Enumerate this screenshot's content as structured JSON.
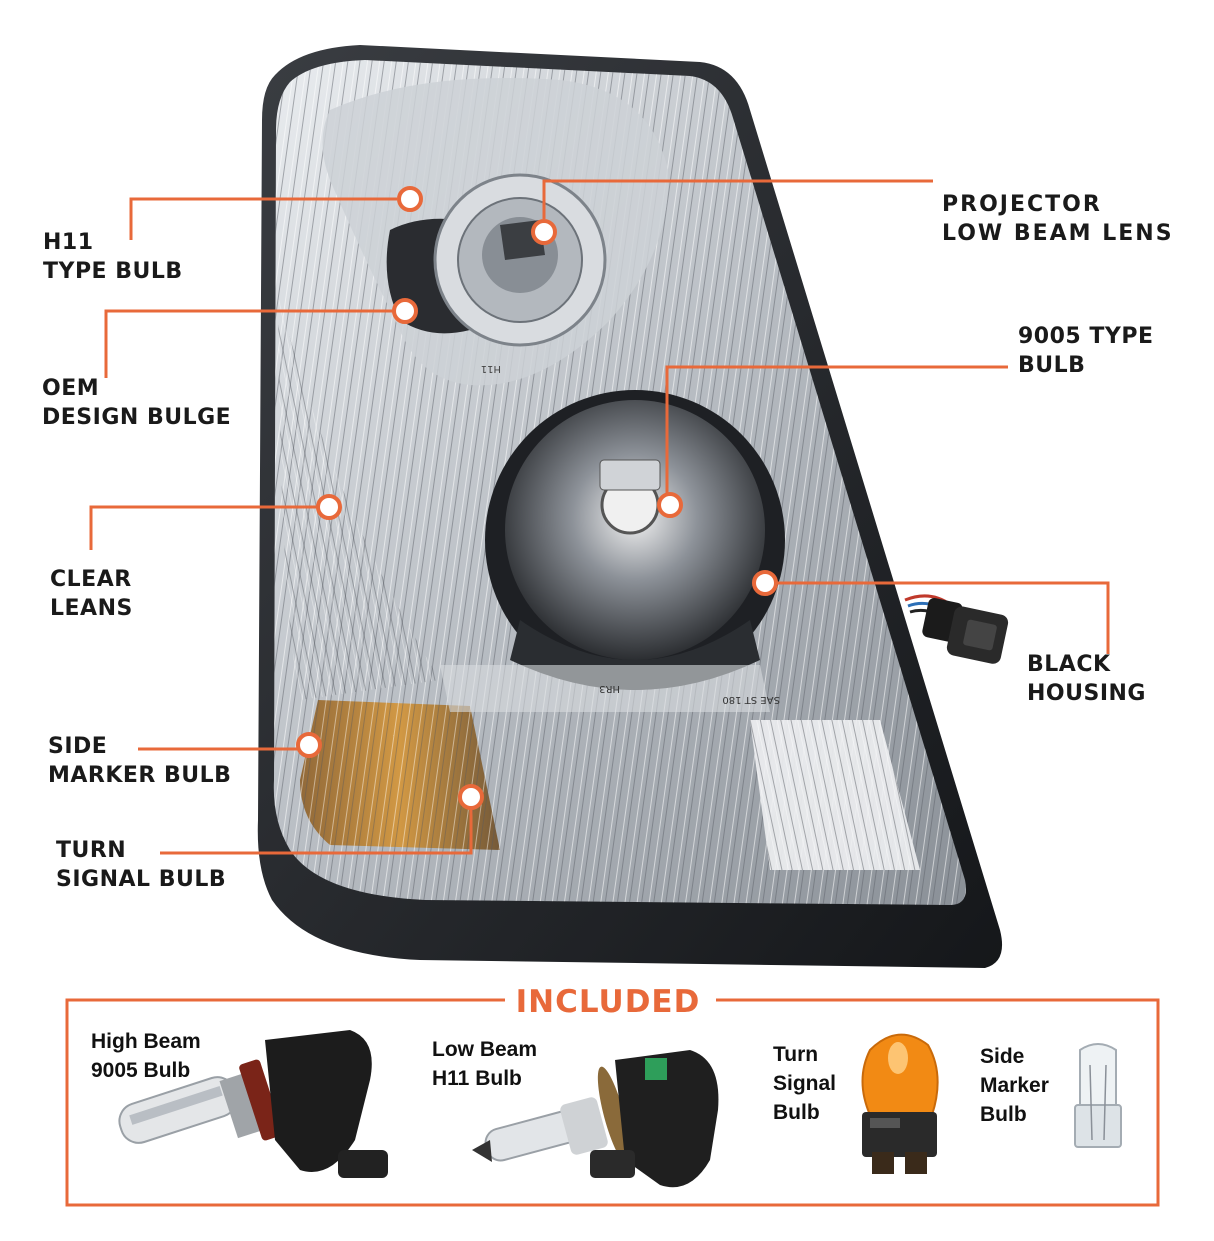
{
  "accent_color": "#e8693a",
  "callouts": [
    {
      "id": "h11",
      "lines": [
        "H11",
        "TYPE BULB"
      ]
    },
    {
      "id": "oem",
      "lines": [
        "OEM",
        "DESIGN BULGE"
      ]
    },
    {
      "id": "clear",
      "lines": [
        "CLEAR",
        "LEANS"
      ]
    },
    {
      "id": "side",
      "lines": [
        "SIDE",
        "MARKER BULB"
      ]
    },
    {
      "id": "turn",
      "lines": [
        "TURN",
        "SIGNAL BULB"
      ]
    },
    {
      "id": "projector",
      "lines": [
        "PROJECTOR",
        "LOW BEAM LENS"
      ]
    },
    {
      "id": "hb9005",
      "lines": [
        "9005 TYPE",
        "BULB"
      ]
    },
    {
      "id": "housing",
      "lines": [
        "BLACK",
        "HOUSING"
      ]
    }
  ],
  "included": {
    "title": "INCLUDED",
    "items": [
      {
        "lines": [
          "High Beam",
          "9005 Bulb"
        ],
        "icon": "hb3-bulb-icon"
      },
      {
        "lines": [
          "Low Beam",
          "H11 Bulb"
        ],
        "icon": "h11-bulb-icon"
      },
      {
        "lines": [
          "Turn",
          "Signal",
          "Bulb"
        ],
        "icon": "amber-3157-bulb-icon"
      },
      {
        "lines": [
          "Side",
          "Marker",
          "Bulb"
        ],
        "icon": "wedge-bulb-icon"
      }
    ]
  },
  "lens_markings": [
    "SAE ST 180",
    "HR3",
    "H11"
  ]
}
